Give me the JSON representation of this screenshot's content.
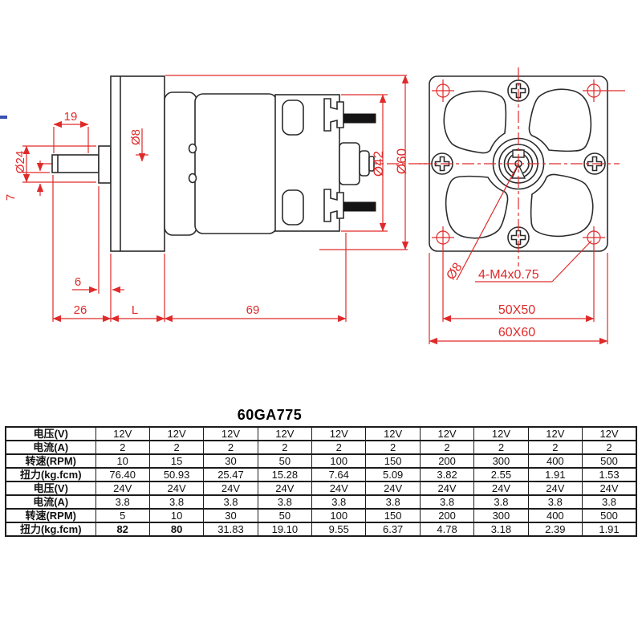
{
  "colors": {
    "line": "#2b2b2b",
    "dimension_red": "#e02a2a",
    "terminal_black": "#141414",
    "blue_mark": "#3850b0",
    "background": "#ffffff"
  },
  "drawing": {
    "side_view": {
      "labels": {
        "dim_19": "19",
        "dia_24": "Ø24",
        "dim_7": "7",
        "dia_8": "Ø8",
        "dim_6": "6",
        "dim_26": "26",
        "dim_L": "L",
        "dim_69": "69",
        "dia_42": "Ø42",
        "dia_60": "Ø60"
      }
    },
    "front_view": {
      "labels": {
        "dia_8": "Ø8",
        "thread": "4-M4x0.75",
        "holes": "50X50",
        "size": "60X60"
      }
    }
  },
  "specs": {
    "title": "60GA775",
    "rows": [
      {
        "label": "电压(V)",
        "values": [
          "12V",
          "12V",
          "12V",
          "12V",
          "12V",
          "12V",
          "12V",
          "12V",
          "12V",
          "12V"
        ]
      },
      {
        "label": "电流(A)",
        "values": [
          "2",
          "2",
          "2",
          "2",
          "2",
          "2",
          "2",
          "2",
          "2",
          "2"
        ]
      },
      {
        "label": "转速(RPM)",
        "values": [
          "10",
          "15",
          "30",
          "50",
          "100",
          "150",
          "200",
          "300",
          "400",
          "500"
        ]
      },
      {
        "label": "扭力(kg.fcm)",
        "values": [
          "76.40",
          "50.93",
          "25.47",
          "15.28",
          "7.64",
          "5.09",
          "3.82",
          "2.55",
          "1.91",
          "1.53"
        ]
      },
      {
        "label": "电压(V)",
        "values": [
          "24V",
          "24V",
          "24V",
          "24V",
          "24V",
          "24V",
          "24V",
          "24V",
          "24V",
          "24V"
        ]
      },
      {
        "label": "电流(A)",
        "values": [
          "3.8",
          "3.8",
          "3.8",
          "3.8",
          "3.8",
          "3.8",
          "3.8",
          "3.8",
          "3.8",
          "3.8"
        ]
      },
      {
        "label": "转速(RPM)",
        "values": [
          "5",
          "10",
          "30",
          "50",
          "100",
          "150",
          "200",
          "300",
          "400",
          "500"
        ]
      },
      {
        "label": "扭力(kg.fcm)",
        "values": [
          "82",
          "80",
          "31.83",
          "19.10",
          "9.55",
          "6.37",
          "4.78",
          "3.18",
          "2.39",
          "1.91"
        ]
      }
    ]
  }
}
